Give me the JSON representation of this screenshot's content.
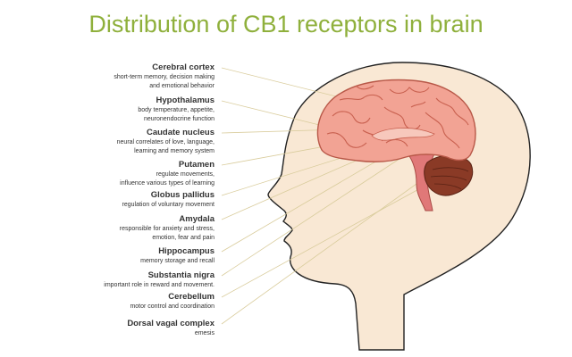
{
  "title": "Distribution of CB1 receptors in brain",
  "regions": [
    {
      "name": "Cerebral cortex",
      "lines": [
        "short-term memory, decision making",
        "and emotional behavior"
      ]
    },
    {
      "name": "Hypothalamus",
      "lines": [
        "body temperature, appetite,",
        "neuronendocrine function"
      ]
    },
    {
      "name": "Caudate nucleus",
      "lines": [
        "neural correlates of love, language,",
        "learning and memory system"
      ]
    },
    {
      "name": "Putamen",
      "lines": [
        "regulate movements,",
        "influence various types of learning"
      ]
    },
    {
      "name": "Globus pallidus",
      "lines": [
        "regulation of voluntary movement"
      ]
    },
    {
      "name": "Amydala",
      "lines": [
        "responsible for anxiety and stress,",
        "emotion, fear and pain"
      ]
    },
    {
      "name": "Hippocampus",
      "lines": [
        "memory storage and recall"
      ]
    },
    {
      "name": "Substantia nigra",
      "lines": [
        "important role in reward and movement."
      ]
    },
    {
      "name": "Cerebellum",
      "lines": [
        "motor control and coordination"
      ]
    },
    {
      "name": "Dorsal vagal complex",
      "lines": [
        "emesis"
      ]
    }
  ],
  "colors": {
    "title": "#8fb03c",
    "head_fill": "#f9e8d4",
    "brain": "#f2a394",
    "brain_folds": "#c8604f",
    "cerebellum": "#8a3a26",
    "stem": "#e07878",
    "leader_lines": "#d9cc9c"
  }
}
